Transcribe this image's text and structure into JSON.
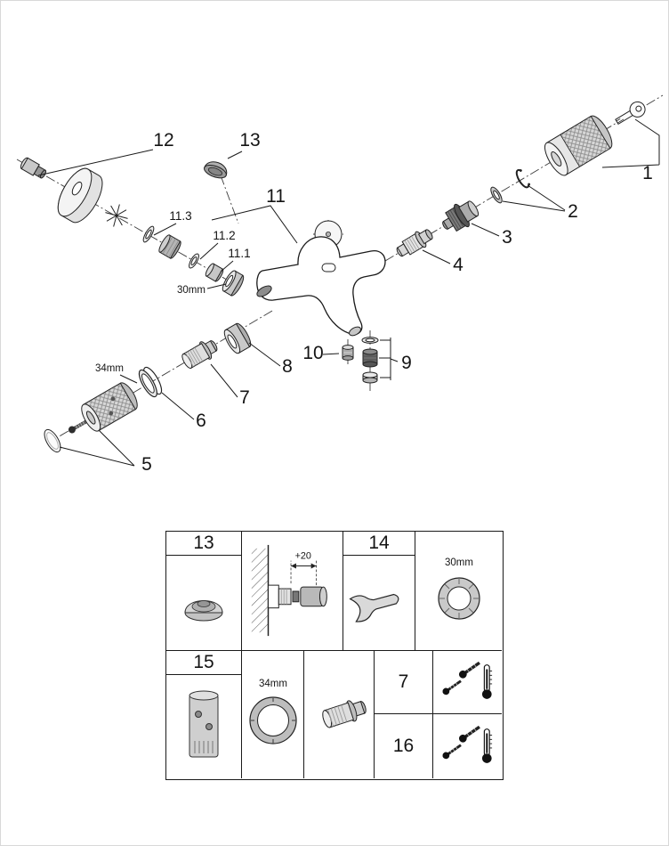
{
  "colors": {
    "line": "#1a1a1a",
    "metal_light": "#c9c9c9",
    "metal_dark": "#6b6b6b",
    "background": "#ffffff"
  },
  "exploded_view": {
    "callouts": {
      "part1": "1",
      "part2": "2",
      "part3": "3",
      "part4": "4",
      "part5": "5",
      "part6": "6",
      "part7": "7",
      "part8": "8",
      "part9": "9",
      "part10": "10",
      "part11": "11",
      "part11_1": "11.1",
      "part11_2": "11.2",
      "part11_3": "11.3",
      "part12": "12",
      "part13": "13"
    },
    "dimensions": {
      "ring_nut": "30mm",
      "ring": "34mm"
    }
  },
  "parts_table": {
    "row1": {
      "cell_13": "13",
      "installation_offset": "+20",
      "cell_14": "14",
      "nut_size": "30mm"
    },
    "row2": {
      "cell_15": "15",
      "ring_size": "34mm",
      "cell_7": "7",
      "cell_16": "16"
    }
  }
}
